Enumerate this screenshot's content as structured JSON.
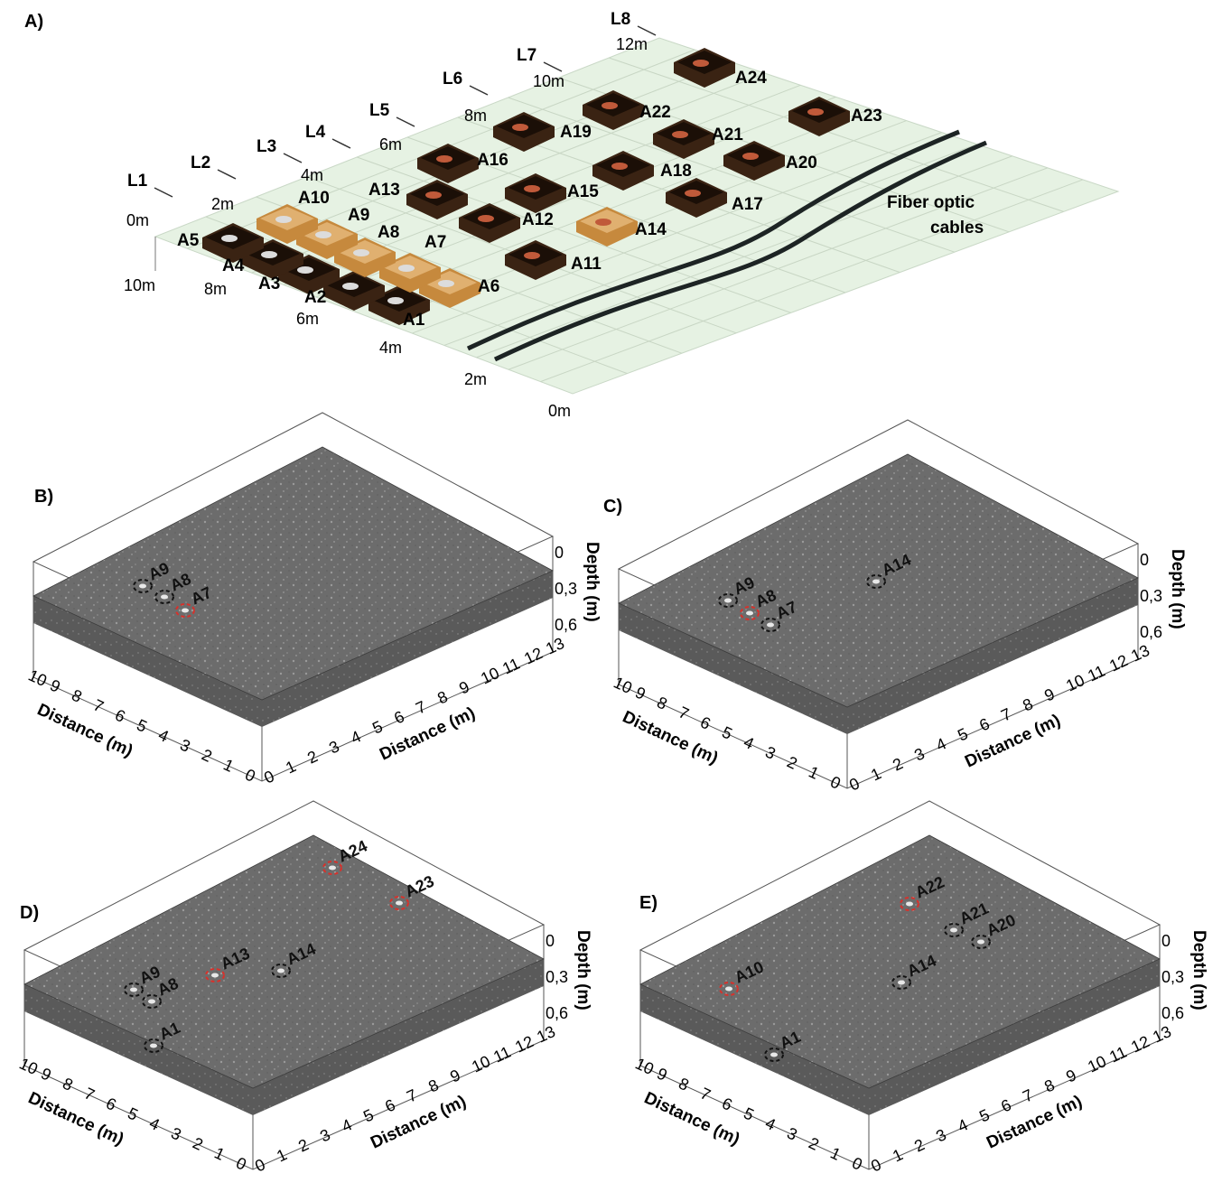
{
  "panels": {
    "a": {
      "letter": "A)",
      "lines": [
        "L1",
        "L2",
        "L3",
        "L4",
        "L5",
        "L6",
        "L7",
        "L8"
      ],
      "line_ticks": [
        "0m",
        "2m",
        "4m",
        "6m",
        "8m",
        "10m",
        "12m"
      ],
      "left_ticks": [
        "10m",
        "8m",
        "6m",
        "4m",
        "2m",
        "0m"
      ],
      "anomalies": [
        "A1",
        "A2",
        "A3",
        "A4",
        "A5",
        "A6",
        "A7",
        "A8",
        "A9",
        "A10",
        "A11",
        "A12",
        "A13",
        "A14",
        "A15",
        "A16",
        "A17",
        "A18",
        "A19",
        "A20",
        "A21",
        "A22",
        "A23",
        "A24"
      ],
      "cables_label_1": "Fiber optic",
      "cables_label_2": "cables"
    },
    "b": {
      "letter": "B)",
      "targets": [
        "A9",
        "A8",
        "A7"
      ],
      "highlight": [
        "A7"
      ]
    },
    "c": {
      "letter": "C)",
      "targets": [
        "A9",
        "A8",
        "A7",
        "A14"
      ],
      "highlight": [
        "A8"
      ]
    },
    "d": {
      "letter": "D)",
      "targets": [
        "A9",
        "A8",
        "A1",
        "A13",
        "A14",
        "A24",
        "A23"
      ],
      "highlight": [
        "A13",
        "A24",
        "A23"
      ]
    },
    "e": {
      "letter": "E)",
      "targets": [
        "A10",
        "A1",
        "A14",
        "A22",
        "A21",
        "A20"
      ],
      "highlight": [
        "A10",
        "A22"
      ]
    }
  },
  "gpr_axes": {
    "left_ticks": [
      "10",
      "9",
      "8",
      "7",
      "6",
      "5",
      "4",
      "3",
      "2",
      "1",
      "0"
    ],
    "right_ticks": [
      "0",
      "1",
      "2",
      "3",
      "4",
      "5",
      "6",
      "7",
      "8",
      "9",
      "10",
      "11",
      "12",
      "13"
    ],
    "depth_ticks": [
      "0",
      "0,3",
      "0,6"
    ],
    "left_label": "Distance (m)",
    "right_label": "Distance (m)",
    "depth_label": "Depth (m)"
  },
  "colors": {
    "ground": "#e6f2e3",
    "pit": "#2b1a10",
    "wall": "#6b4423",
    "gpr": "#6f6f6f",
    "highlight": "#d9302a",
    "marker": "#111111"
  }
}
